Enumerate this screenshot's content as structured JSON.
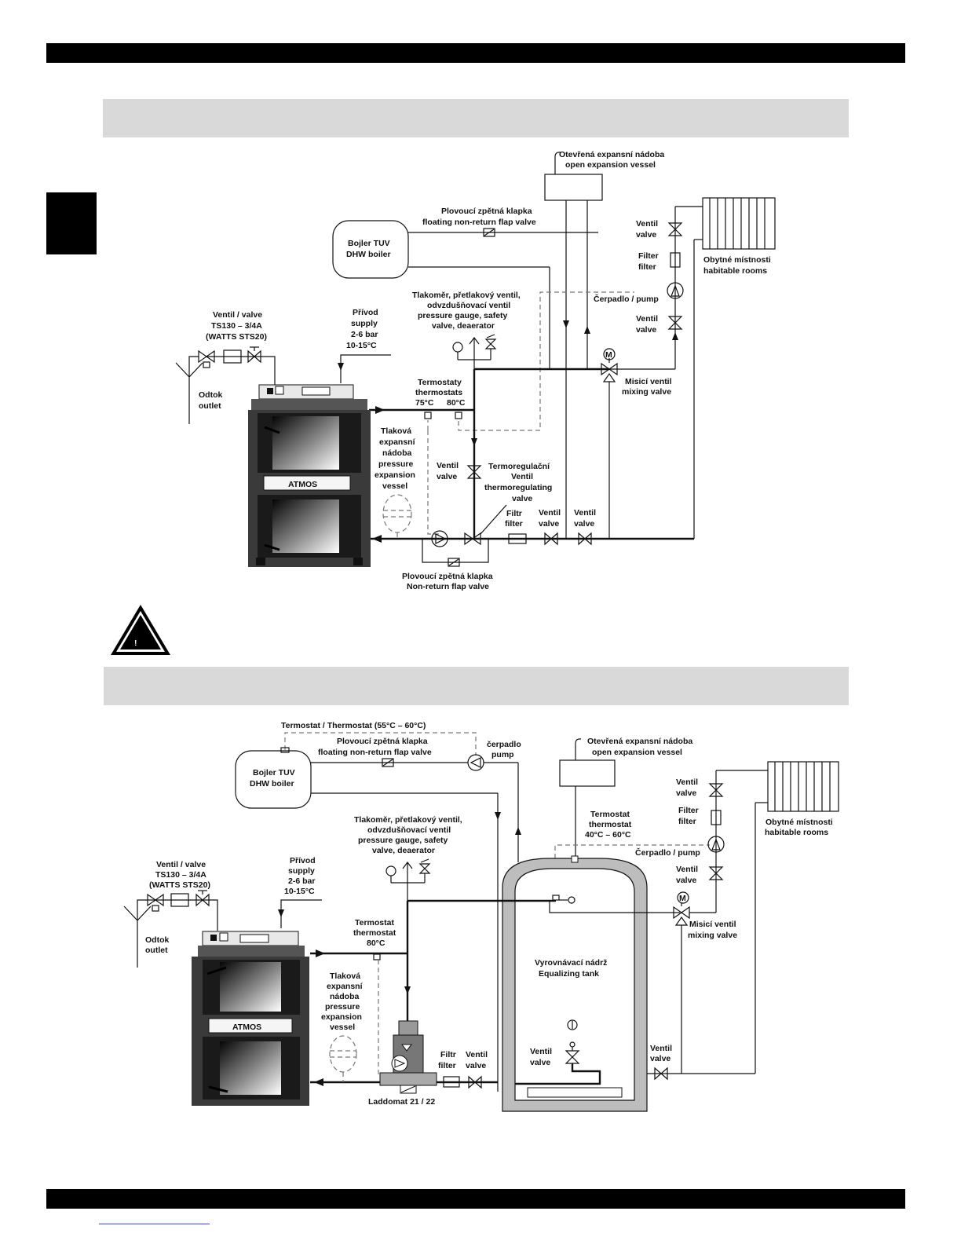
{
  "top_diagram": {
    "open_vessel_cz": "Otevřená expansní nádoba",
    "open_vessel_en": "open expansion vessel",
    "flap_cz": "Plovoucí zpětná klapka",
    "flap_en": "floating non-return flap valve",
    "boiler_cz": "Bojler TUV",
    "boiler_en": "DHW boiler",
    "ventil": "Ventil",
    "valve": "valve",
    "filter_cz": "Filter",
    "filter_en": "filter",
    "rooms_cz": "Obytné místnosti",
    "rooms_en": "habitable rooms",
    "pump": "Čerpadlo / pump",
    "gauge_1": "Tlakoměr, přetlakový ventil,",
    "gauge_2": "odvzdušňovací ventil",
    "gauge_3": "pressure gauge, safety",
    "gauge_4": "valve, deaerator",
    "valve_ts_1": "Ventil / valve",
    "valve_ts_2": "TS130 – 3/4A",
    "valve_ts_3": "(WATTS STS20)",
    "supply_1": "Přívod",
    "supply_2": "supply",
    "supply_3": "2-6 bar",
    "supply_4": "10-15°C",
    "outlet_cz": "Odtok",
    "outlet_en": "outlet",
    "thermostats_cz": "Termostaty",
    "thermostats_en": "thermostats",
    "t75": "75°C",
    "t80": "80°C",
    "mixing_cz": "Misicí ventil",
    "mixing_en": "mixing valve",
    "pev_1": "Tlaková",
    "pev_2": "expansní",
    "pev_3": "nádoba",
    "pev_4": "pressure",
    "pev_5": "expansion",
    "pev_6": "vessel",
    "treg_1": "Termoregulační",
    "treg_2": "Ventil",
    "treg_3": "thermoregulating",
    "treg_4": "valve",
    "filtr_cz": "Filtr",
    "filtr_en": "filter",
    "flap_bottom_cz": "Plovoucí zpětná klapka",
    "flap_bottom_en": "Non-return flap valve",
    "brand": "ATMOS",
    "mixer_symbol": "M"
  },
  "warning_symbol": "!",
  "bottom_diagram": {
    "thermostat_top": "Termostat / Thermostat (55°C – 60°C)",
    "flap_cz": "Plovoucí zpětná klapka",
    "flap_en": "floating non-return flap valve",
    "pump_cz": "čerpadlo",
    "pump_en": "pump",
    "open_vessel_cz": "Otevřená expansní nádoba",
    "open_vessel_en": "open expansion vessel",
    "boiler_cz": "Bojler TUV",
    "boiler_en": "DHW boiler",
    "ventil": "Ventil",
    "valve": "valve",
    "filter_cz": "Filter",
    "filter_en": "filter",
    "rooms_cz": "Obytné místnosti",
    "rooms_en": "habitable rooms",
    "gauge_1": "Tlakoměr, přetlakový ventil,",
    "gauge_2": "odvzdušňovací ventil",
    "gauge_3": "pressure gauge, safety",
    "gauge_4": "valve, deaerator",
    "tank_thermo_1": "Termostat",
    "tank_thermo_2": "thermostat",
    "tank_thermo_3": "40°C – 60°C",
    "pump_label": "Čerpadlo / pump",
    "valve_ts_1": "Ventil / valve",
    "valve_ts_2": "TS130 – 3/4A",
    "valve_ts_3": "(WATTS STS20)",
    "supply_1": "Přívod",
    "supply_2": "supply",
    "supply_3": "2-6 bar",
    "supply_4": "10-15°C",
    "outlet_cz": "Odtok",
    "outlet_en": "outlet",
    "boiler_thermo_1": "Termostat",
    "boiler_thermo_2": "thermostat",
    "boiler_thermo_3": "80°C",
    "mixing_cz": "Misicí ventil",
    "mixing_en": "mixing valve",
    "tank_cz": "Vyrovnávací nádrž",
    "tank_en": "Equalizing tank",
    "pev_1": "Tlaková",
    "pev_2": "expansní",
    "pev_3": "nádoba",
    "pev_4": "pressure",
    "pev_5": "expansion",
    "pev_6": "vessel",
    "filtr_cz": "Filtr",
    "filtr_en": "filter",
    "laddomat": "Laddomat 21 / 22",
    "brand": "ATMOS",
    "mixer_symbol": "M"
  }
}
